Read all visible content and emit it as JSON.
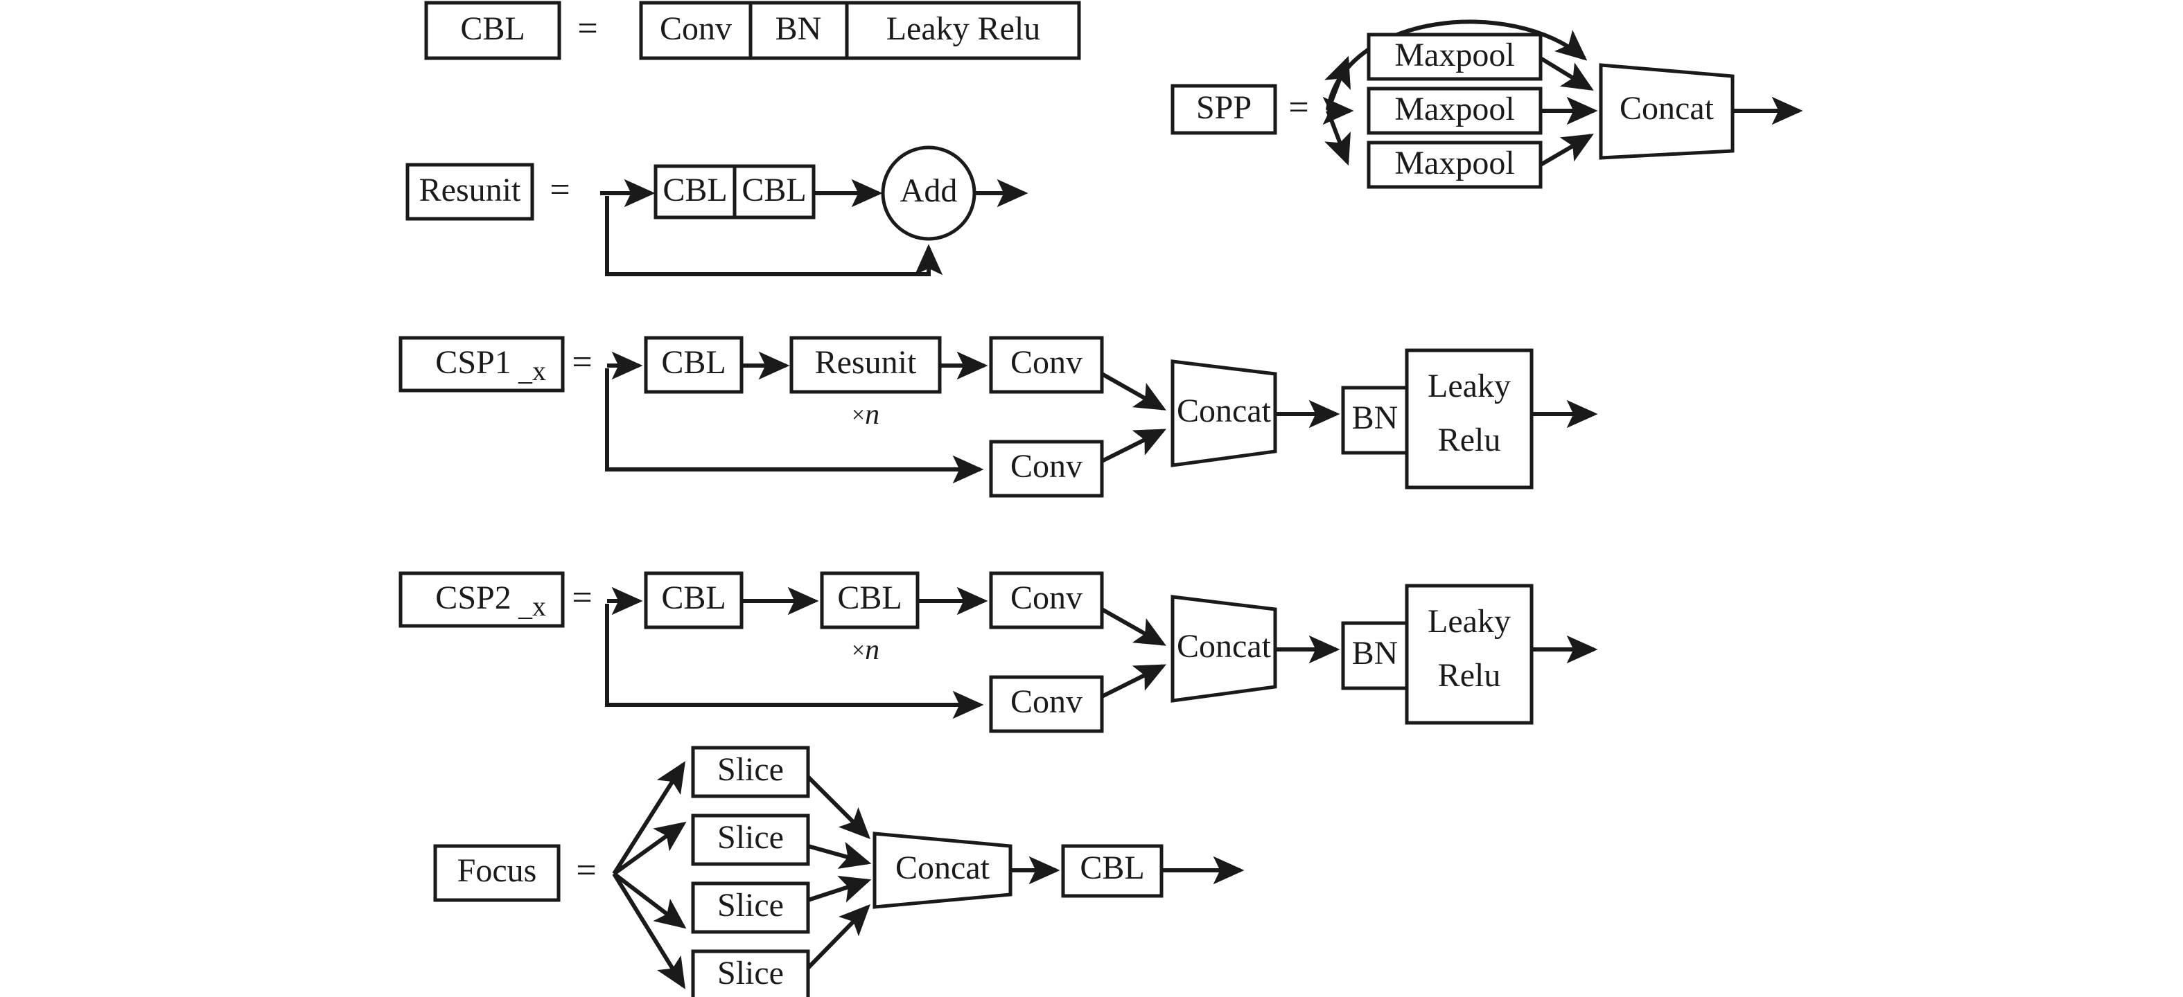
{
  "figure": {
    "title": "YOLOv5 network component legend",
    "background_color": "#ffffff",
    "line_color": "#1a1a1a",
    "equals_sign": "=",
    "repeat_label_symbol": "×",
    "repeat_label_count": "n"
  },
  "rows": [
    {
      "id": "cbl",
      "definition_label": "CBL",
      "parts": [
        "Conv",
        "BN",
        "Leaky Relu"
      ]
    },
    {
      "id": "spp",
      "definition_label": "SPP",
      "branches": [
        "Maxpool",
        "Maxpool",
        "Maxpool"
      ],
      "merge_label": "Concat",
      "has_skip_arc": true
    },
    {
      "id": "resunit",
      "definition_label": "Resunit",
      "parts": [
        "CBL",
        "CBL"
      ],
      "merge_label": "Add",
      "has_residual": true
    },
    {
      "id": "csp1",
      "definition_label": "CSP1_x",
      "definition_base": "CSP1",
      "definition_sub": "_x",
      "main_branch": [
        "CBL",
        "Resunit",
        "Conv"
      ],
      "repeat_label": "×n",
      "side_branch": [
        "Conv"
      ],
      "merge_label": "Concat",
      "post": [
        "BN",
        "Leaky Relu"
      ],
      "post_lines": [
        [
          "BN"
        ],
        [
          "Leaky",
          "Relu"
        ]
      ]
    },
    {
      "id": "csp2",
      "definition_label": "CSP2_x",
      "definition_base": "CSP2",
      "definition_sub": "_x",
      "main_branch": [
        "CBL",
        "CBL",
        "Conv"
      ],
      "repeat_label": "×n",
      "side_branch": [
        "Conv"
      ],
      "merge_label": "Concat",
      "post": [
        "BN",
        "Leaky Relu"
      ],
      "post_lines": [
        [
          "BN"
        ],
        [
          "Leaky",
          "Relu"
        ]
      ]
    },
    {
      "id": "focus",
      "definition_label": "Focus",
      "branches": [
        "Slice",
        "Slice",
        "Slice",
        "Slice"
      ],
      "merge_label": "Concat",
      "post": [
        "CBL"
      ]
    }
  ],
  "labels": {
    "cbl_def": "CBL",
    "cbl_conv": "Conv",
    "cbl_bn": "BN",
    "cbl_leaky": "Leaky Relu",
    "spp_def": "SPP",
    "spp_maxpool_1": "Maxpool",
    "spp_maxpool_2": "Maxpool",
    "spp_maxpool_3": "Maxpool",
    "spp_concat": "Concat",
    "res_def": "Resunit",
    "res_cbl_1": "CBL",
    "res_cbl_2": "CBL",
    "res_add": "Add",
    "csp1_def_base": "CSP1",
    "csp1_def_sub": "_x",
    "csp1_cbl": "CBL",
    "csp1_resunit": "Resunit",
    "csp1_conv_top": "Conv",
    "csp1_conv_bottom": "Conv",
    "csp1_concat": "Concat",
    "csp1_bn": "BN",
    "csp1_leaky_1": "Leaky",
    "csp1_leaky_2": "Relu",
    "csp1_repeat_symbol": "×",
    "csp1_repeat_n": "n",
    "csp2_def_base": "CSP2",
    "csp2_def_sub": "_x",
    "csp2_cbl_1": "CBL",
    "csp2_cbl_2": "CBL",
    "csp2_conv_top": "Conv",
    "csp2_conv_bottom": "Conv",
    "csp2_concat": "Concat",
    "csp2_bn": "BN",
    "csp2_leaky_1": "Leaky",
    "csp2_leaky_2": "Relu",
    "csp2_repeat_symbol": "×",
    "csp2_repeat_n": "n",
    "focus_def": "Focus",
    "focus_slice_1": "Slice",
    "focus_slice_2": "Slice",
    "focus_slice_3": "Slice",
    "focus_slice_4": "Slice",
    "focus_concat": "Concat",
    "focus_cbl": "CBL",
    "eq_cbl": "=",
    "eq_spp": "=",
    "eq_res": "=",
    "eq_csp1": "=",
    "eq_csp2": "=",
    "eq_focus": "="
  }
}
